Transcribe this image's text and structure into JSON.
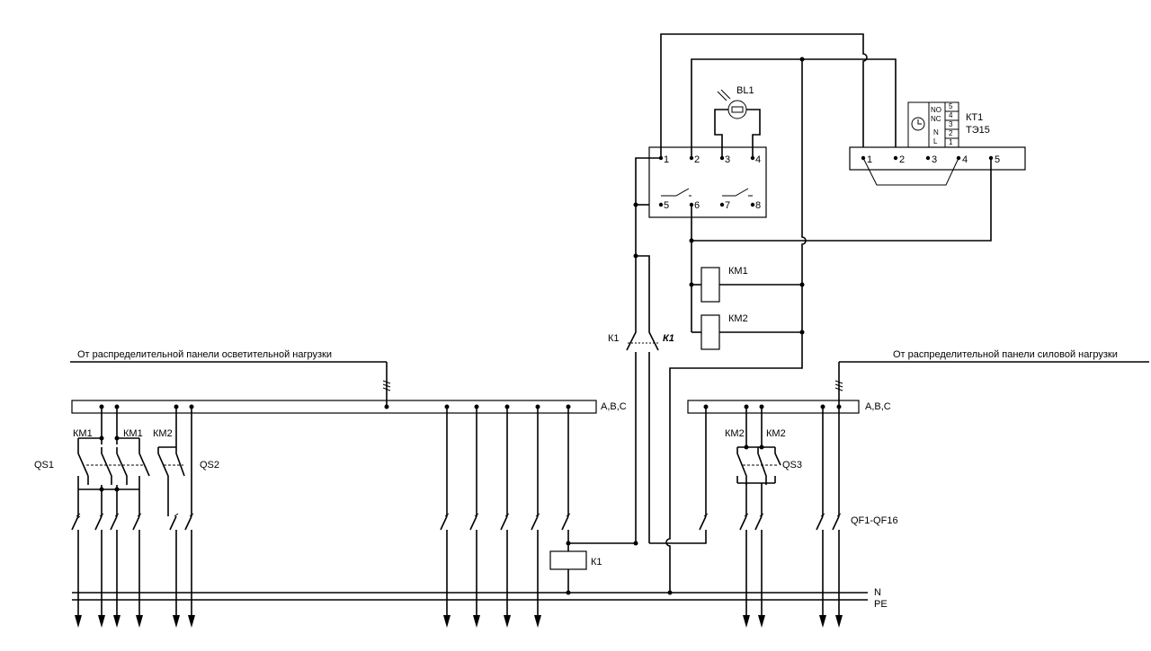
{
  "feeds": {
    "lighting": "От распределительной панели осветительной нагрузки",
    "power": "От распределительной панели силовой нагрузки"
  },
  "bus": {
    "left_label": "A,B,C",
    "right_label": "A,B,C",
    "n_label": "N",
    "pe_label": "PE"
  },
  "bl1": {
    "label": "BL1",
    "terminals_top": [
      "1",
      "2",
      "3",
      "4"
    ],
    "terminals_bottom": [
      "5",
      "6",
      "7",
      "8"
    ]
  },
  "kt1": {
    "label": "КТ1",
    "model": "ТЭ15",
    "terminals": [
      "1",
      "2",
      "3",
      "4",
      "5"
    ],
    "mini_labels": [
      "NO",
      "NC",
      "N",
      "L"
    ],
    "mini_numbers": [
      "5",
      "4",
      "3",
      "2",
      "1"
    ]
  },
  "coils": {
    "km1": "КМ1",
    "km2": "КМ2",
    "k1": "К1"
  },
  "contacts": {
    "k1_no": "К1",
    "k1_nc": "К1"
  },
  "switch_labels": {
    "qs1": "QS1",
    "qs2": "QS2",
    "qs3": "QS3",
    "km1_a": "КМ1",
    "km1_b": "КМ1",
    "km2_a": "КМ2",
    "km2_b": "КМ2",
    "km2_c": "КМ2"
  },
  "breakers_label": "QF1-QF16",
  "colors": {
    "line": "#000000",
    "background": "#ffffff"
  }
}
